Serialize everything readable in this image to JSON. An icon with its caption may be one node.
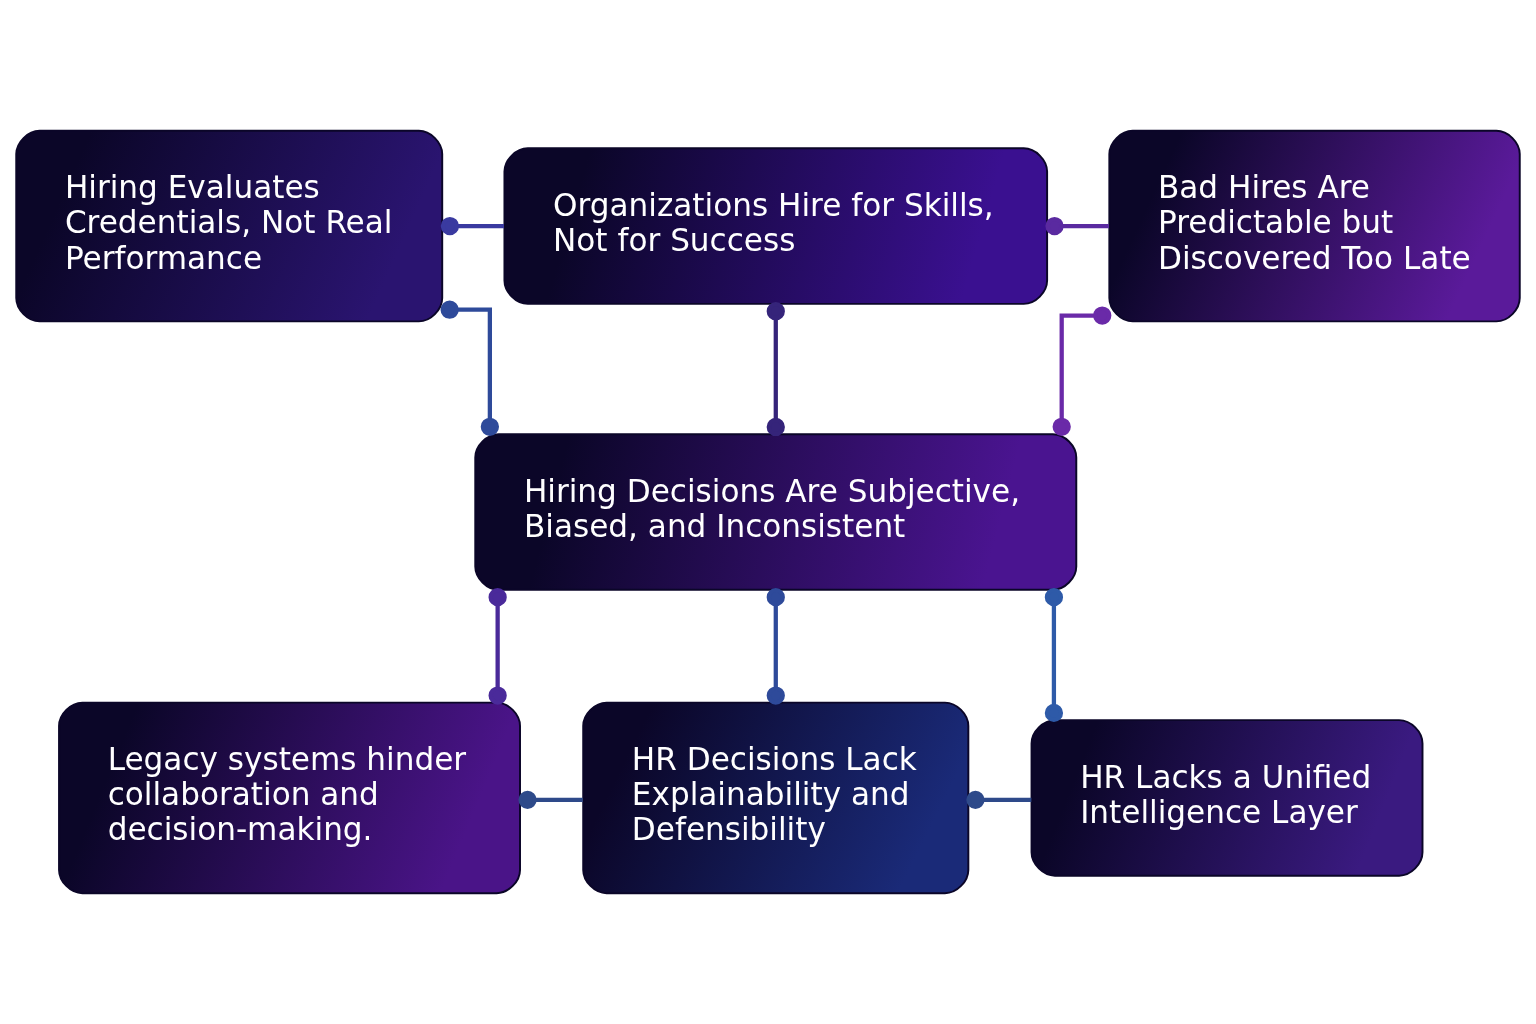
{
  "diagram": {
    "nodes": [
      {
        "text": [
          "Hiring Evaluates Credentials, Not Real Performance"
        ]
      },
      {
        "text": [
          "Organizations Hire for Skills, Not for Success"
        ]
      },
      {
        "text": [
          "Bad Hires Are Predictable but Discovered Too Late"
        ]
      },
      {
        "text": [
          "Hiring Decisions Are Subjective, Biased, and Inconsistent"
        ]
      },
      {
        "text": [
          "Legacy systems hinder collaboration and decision-making."
        ]
      },
      {
        "text": [
          "HR Decisions Lack Explainability and Defensibility"
        ]
      },
      {
        "text": [
          "HR Lacks a Unified Intelligence Layer"
        ]
      }
    ],
    "edges": [
      {
        "from": 0,
        "to": 1,
        "arrow": "other"
      },
      {
        "from": 1,
        "to": 2,
        "arrow": "other"
      },
      {
        "from": 0,
        "to": 3,
        "arrow": "other"
      },
      {
        "from": 1,
        "to": 3,
        "arrow": "other"
      },
      {
        "from": 2,
        "to": 3,
        "arrow": "other"
      },
      {
        "from": 3,
        "to": 4,
        "arrow": "other"
      },
      {
        "from": 3,
        "to": 5,
        "arrow": "other"
      },
      {
        "from": 3,
        "to": 6,
        "arrow": "other"
      },
      {
        "from": 4,
        "to": 5,
        "arrow": "other"
      },
      {
        "from": 5,
        "to": 6,
        "arrow": "other"
      }
    ]
  }
}
